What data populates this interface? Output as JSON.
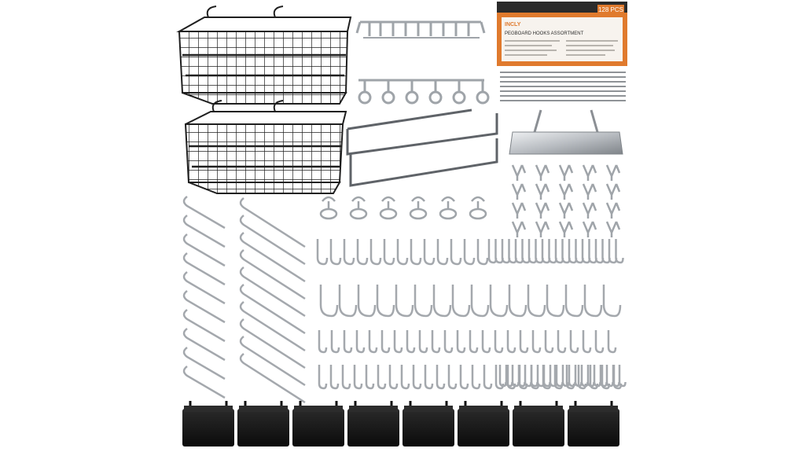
{
  "product": {
    "brand": "INCLY",
    "box_title": "PEGBOARD HOOKS ASSORTMENT",
    "count_badge": "128 PCS"
  },
  "colors": {
    "background": "#ffffff",
    "wire_basket": "#1f1f1f",
    "metal_hook": "#c9ccd0",
    "metal_shadow": "#8b8f94",
    "bin": "#151515",
    "box_orange": "#e07a2d",
    "box_dark": "#2b2b2b"
  },
  "items": {
    "baskets": 2,
    "plastic_bins": 8
  }
}
